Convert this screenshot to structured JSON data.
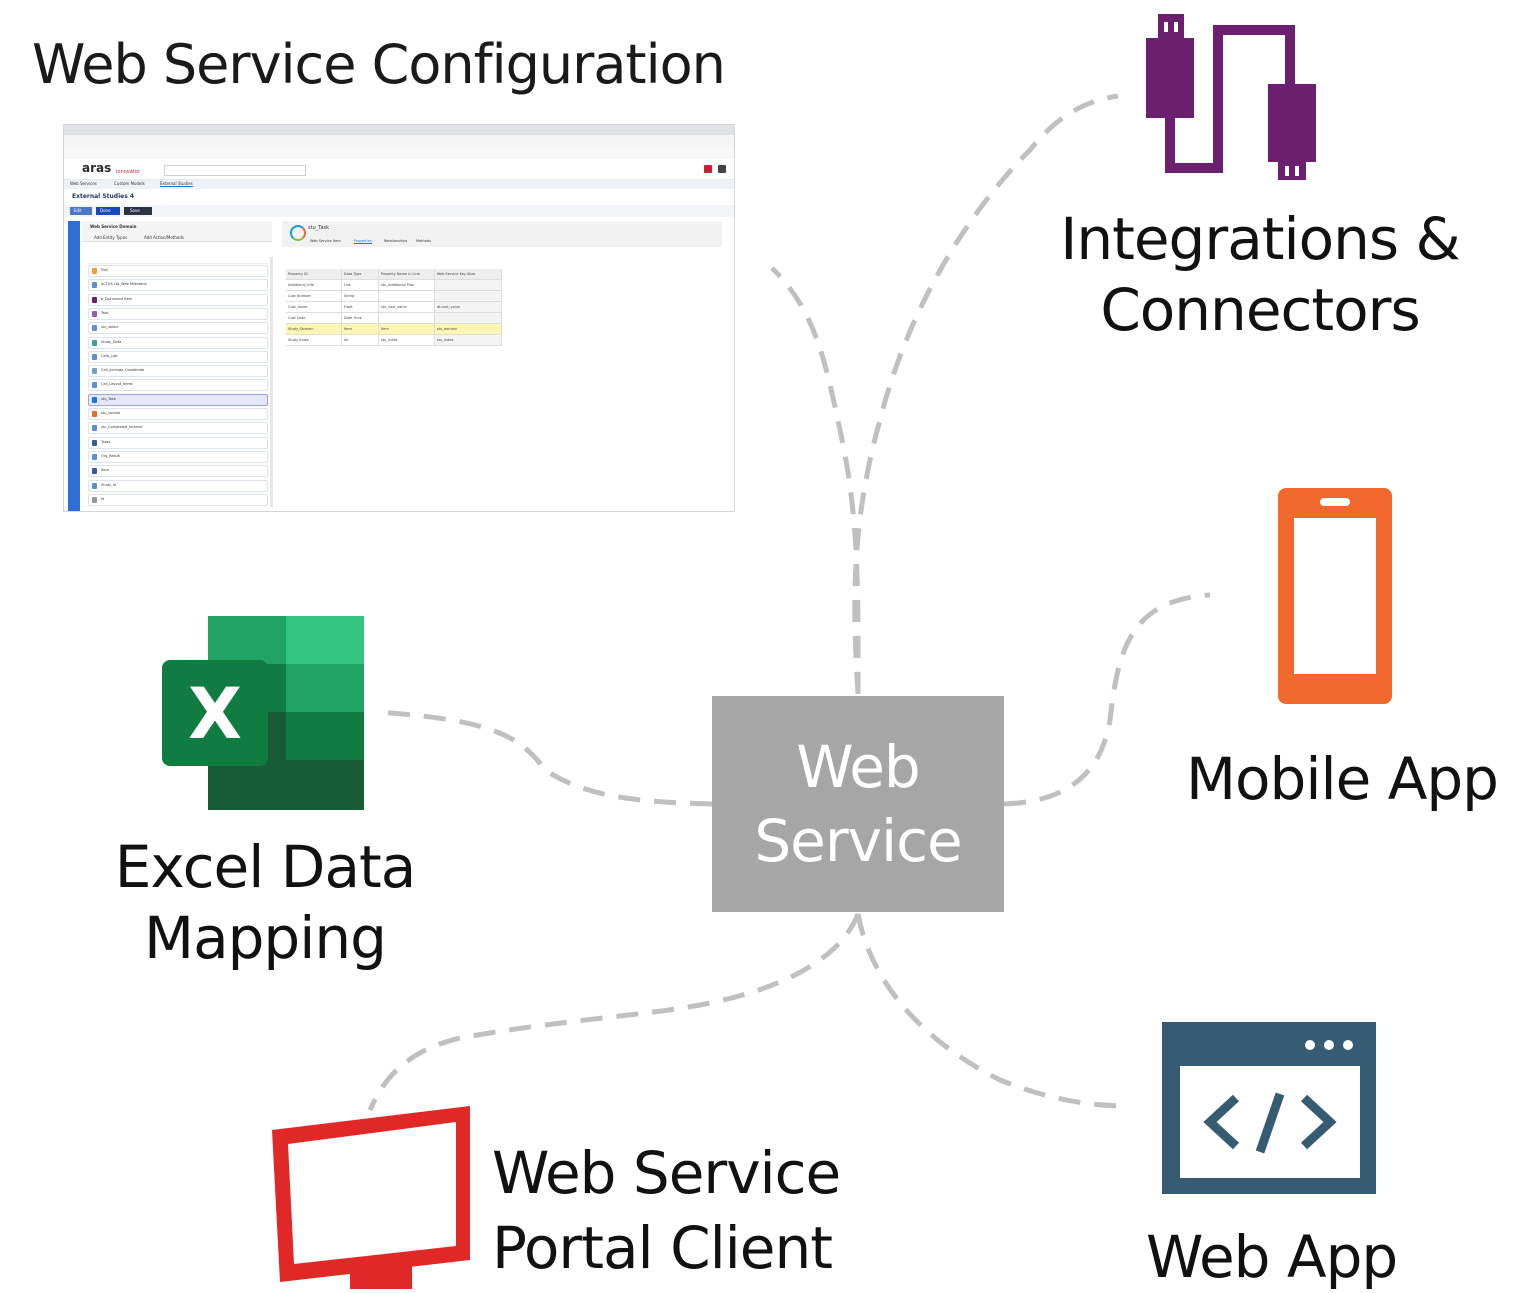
{
  "title": "Web Service Configuration",
  "center": {
    "line1": "Web",
    "line2": "Service"
  },
  "nodes": {
    "integrations": {
      "line1": "Integrations &",
      "line2": "Connectors",
      "icon": "usb-cable-icon",
      "color": "#6b1f6e"
    },
    "mobile": {
      "label": "Mobile App",
      "icon": "smartphone-icon",
      "color": "#f0682b"
    },
    "excel": {
      "line1": "Excel Data",
      "line2": "Mapping",
      "icon": "excel-icon"
    },
    "portal": {
      "line1": "Web Service",
      "line2": "Portal Client",
      "icon": "monitor-icon",
      "color": "#e02826"
    },
    "webapp": {
      "label": "Web App",
      "icon": "code-window-icon",
      "color": "#355c72"
    }
  },
  "colors": {
    "center_box": "#a6a6a6",
    "connector": "#c0c0c0"
  },
  "screenshot": {
    "brand": "aras",
    "brand_sub": "innovator",
    "tabs": [
      "Web Services",
      "Custom Models",
      "External Studies"
    ],
    "heading": "External Studies 4",
    "toolbar": [
      "Edit",
      "Done",
      "Save"
    ],
    "tree_title": "Web Service Domain",
    "tree_tabs": [
      "Add Entity Types",
      "Add Action/Methods"
    ],
    "tree_items": [
      "Part",
      "ACTUS Ltd_Web Milestone",
      "b_Document Item",
      "Task",
      "stu_select",
      "Study_Data",
      "Cells_Lab",
      "Cell_Arrange_Coordinate",
      "Cell_Layout_Items",
      "stu_Task",
      "stu_control",
      "stu_Completed_Internal",
      "Tasks",
      "Org_Result",
      "Item",
      "Study_Id",
      "Id"
    ],
    "detail_title": "stu_Task",
    "detail_tabs": [
      "Web Service Item",
      "Properties",
      "Relationships",
      "Methods"
    ],
    "grid_headers": [
      "Property ID",
      "Data Type",
      "Property Name in Link",
      "Web Service Key Alias"
    ],
    "grid_rows": [
      [
        "Additional_Info",
        "Link",
        "stu_Additional Plan",
        ""
      ],
      [
        "Cost Number",
        "String",
        "",
        ""
      ],
      [
        "Cost_Value",
        "Float",
        "stu_cost_value",
        "dt.cost_value"
      ],
      [
        "Cost Date",
        "Date Time",
        "",
        ""
      ],
      [
        "Study_Domain",
        "Item",
        "Item",
        "stu_domain"
      ],
      [
        "Study Index",
        "Int",
        "stu_index",
        "stu_index"
      ]
    ]
  }
}
